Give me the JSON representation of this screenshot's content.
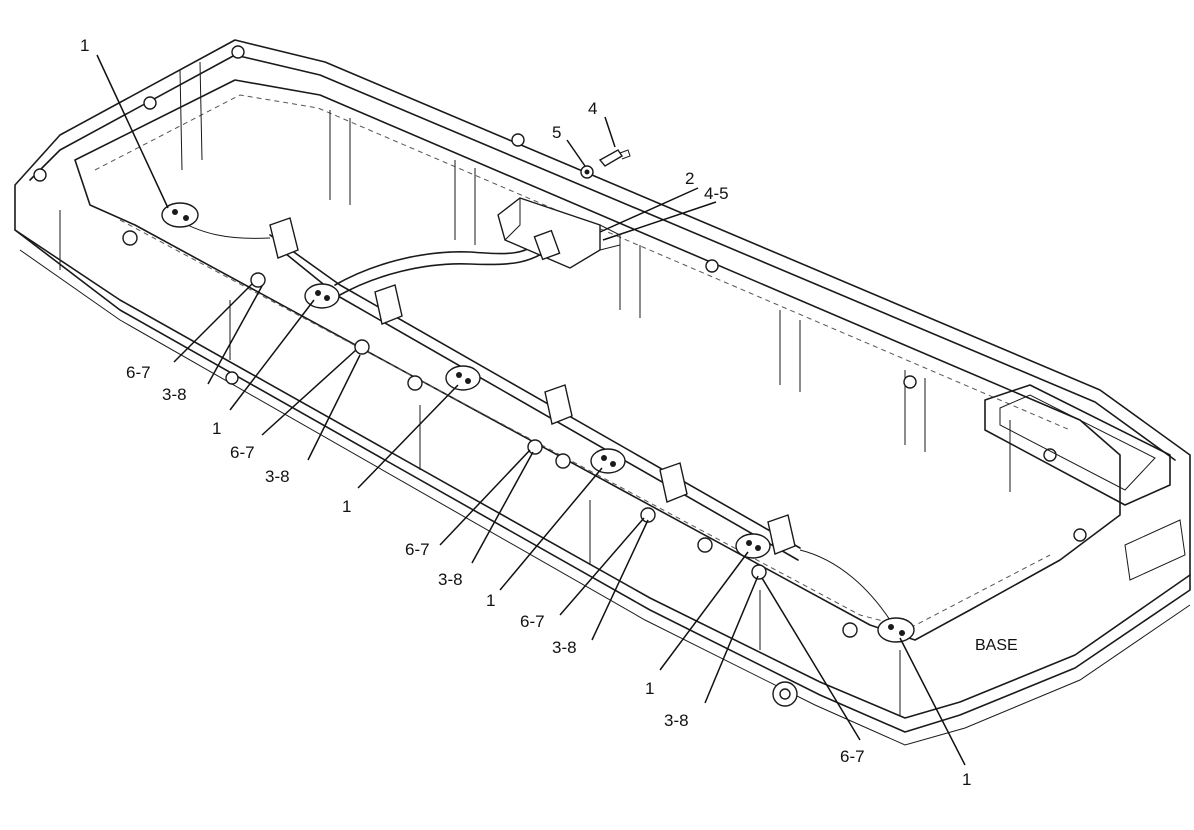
{
  "callouts": [
    {
      "id": "c1",
      "text": "1"
    },
    {
      "id": "c2",
      "text": "2"
    },
    {
      "id": "c3",
      "text": "4-5"
    },
    {
      "id": "c4",
      "text": "5"
    },
    {
      "id": "c5",
      "text": "4"
    },
    {
      "id": "c6",
      "text": "6-7"
    },
    {
      "id": "c7",
      "text": "3-8"
    },
    {
      "id": "c8",
      "text": "1"
    },
    {
      "id": "c9",
      "text": "6-7"
    },
    {
      "id": "c10",
      "text": "3-8"
    },
    {
      "id": "c11",
      "text": "1"
    },
    {
      "id": "c12",
      "text": "6-7"
    },
    {
      "id": "c13",
      "text": "3-8"
    },
    {
      "id": "c14",
      "text": "1"
    },
    {
      "id": "c15",
      "text": "6-7"
    },
    {
      "id": "c16",
      "text": "3-8"
    },
    {
      "id": "c17",
      "text": "1"
    },
    {
      "id": "c18",
      "text": "3-8"
    },
    {
      "id": "c19",
      "text": "6-7"
    },
    {
      "id": "c20",
      "text": "1"
    }
  ],
  "label_base": "BASE",
  "colors": {
    "ink": "#1a1a1a",
    "background": "#ffffff"
  }
}
